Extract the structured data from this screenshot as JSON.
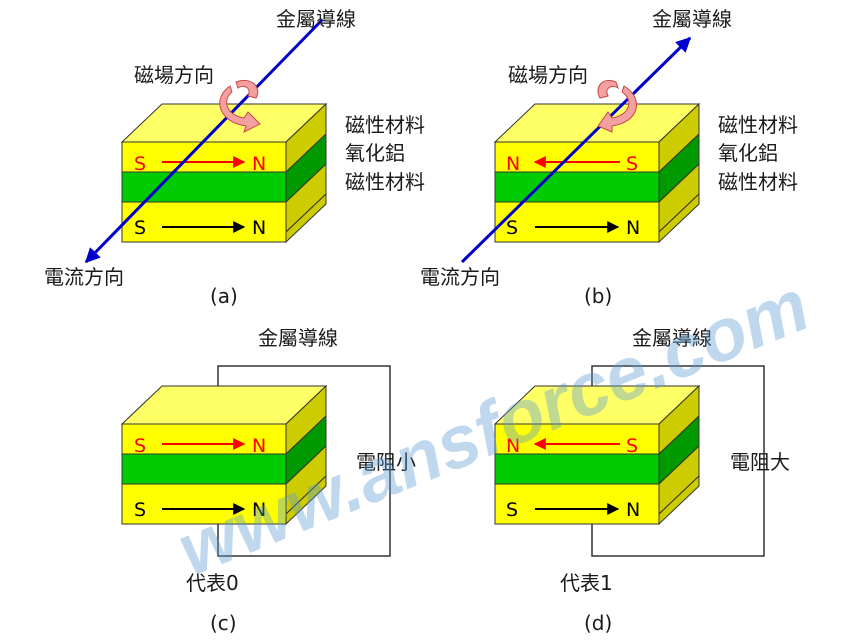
{
  "watermark": "www.ansforce.com",
  "colors": {
    "top_face": "#ffff66",
    "front_yellow": "#ffff00",
    "side_yellow": "#cccc00",
    "front_green": "#00cc00",
    "side_green": "#009900",
    "wire_blue": "#0000cc",
    "arrow_red": "#ff0000",
    "arrow_black": "#000000",
    "pole_red": "#ff0000",
    "pole_black": "#000000",
    "field_arrow": "#f2a0a0"
  },
  "panels": {
    "a": {
      "caption": "(a)",
      "wire_label": "金屬導線",
      "field_label": "磁場方向",
      "current_label": "電流方向",
      "layers": [
        "磁性材料",
        "氧化鋁",
        "磁性材料"
      ],
      "top_left_pole": "S",
      "top_right_pole": "N",
      "bottom_left_pole": "S",
      "bottom_right_pole": "N"
    },
    "b": {
      "caption": "(b)",
      "wire_label": "金屬導線",
      "field_label": "磁場方向",
      "current_label": "電流方向",
      "layers": [
        "磁性材料",
        "氧化鋁",
        "磁性材料"
      ],
      "top_left_pole": "N",
      "top_right_pole": "S",
      "bottom_left_pole": "S",
      "bottom_right_pole": "N"
    },
    "c": {
      "caption": "(c)",
      "wire_label": "金屬導線",
      "resistance_label": "電阻小",
      "represents_label": "代表0",
      "top_left_pole": "S",
      "top_right_pole": "N",
      "bottom_left_pole": "S",
      "bottom_right_pole": "N"
    },
    "d": {
      "caption": "(d)",
      "wire_label": "金屬導線",
      "resistance_label": "電阻大",
      "represents_label": "代表1",
      "top_left_pole": "N",
      "top_right_pole": "S",
      "bottom_left_pole": "S",
      "bottom_right_pole": "N"
    }
  }
}
